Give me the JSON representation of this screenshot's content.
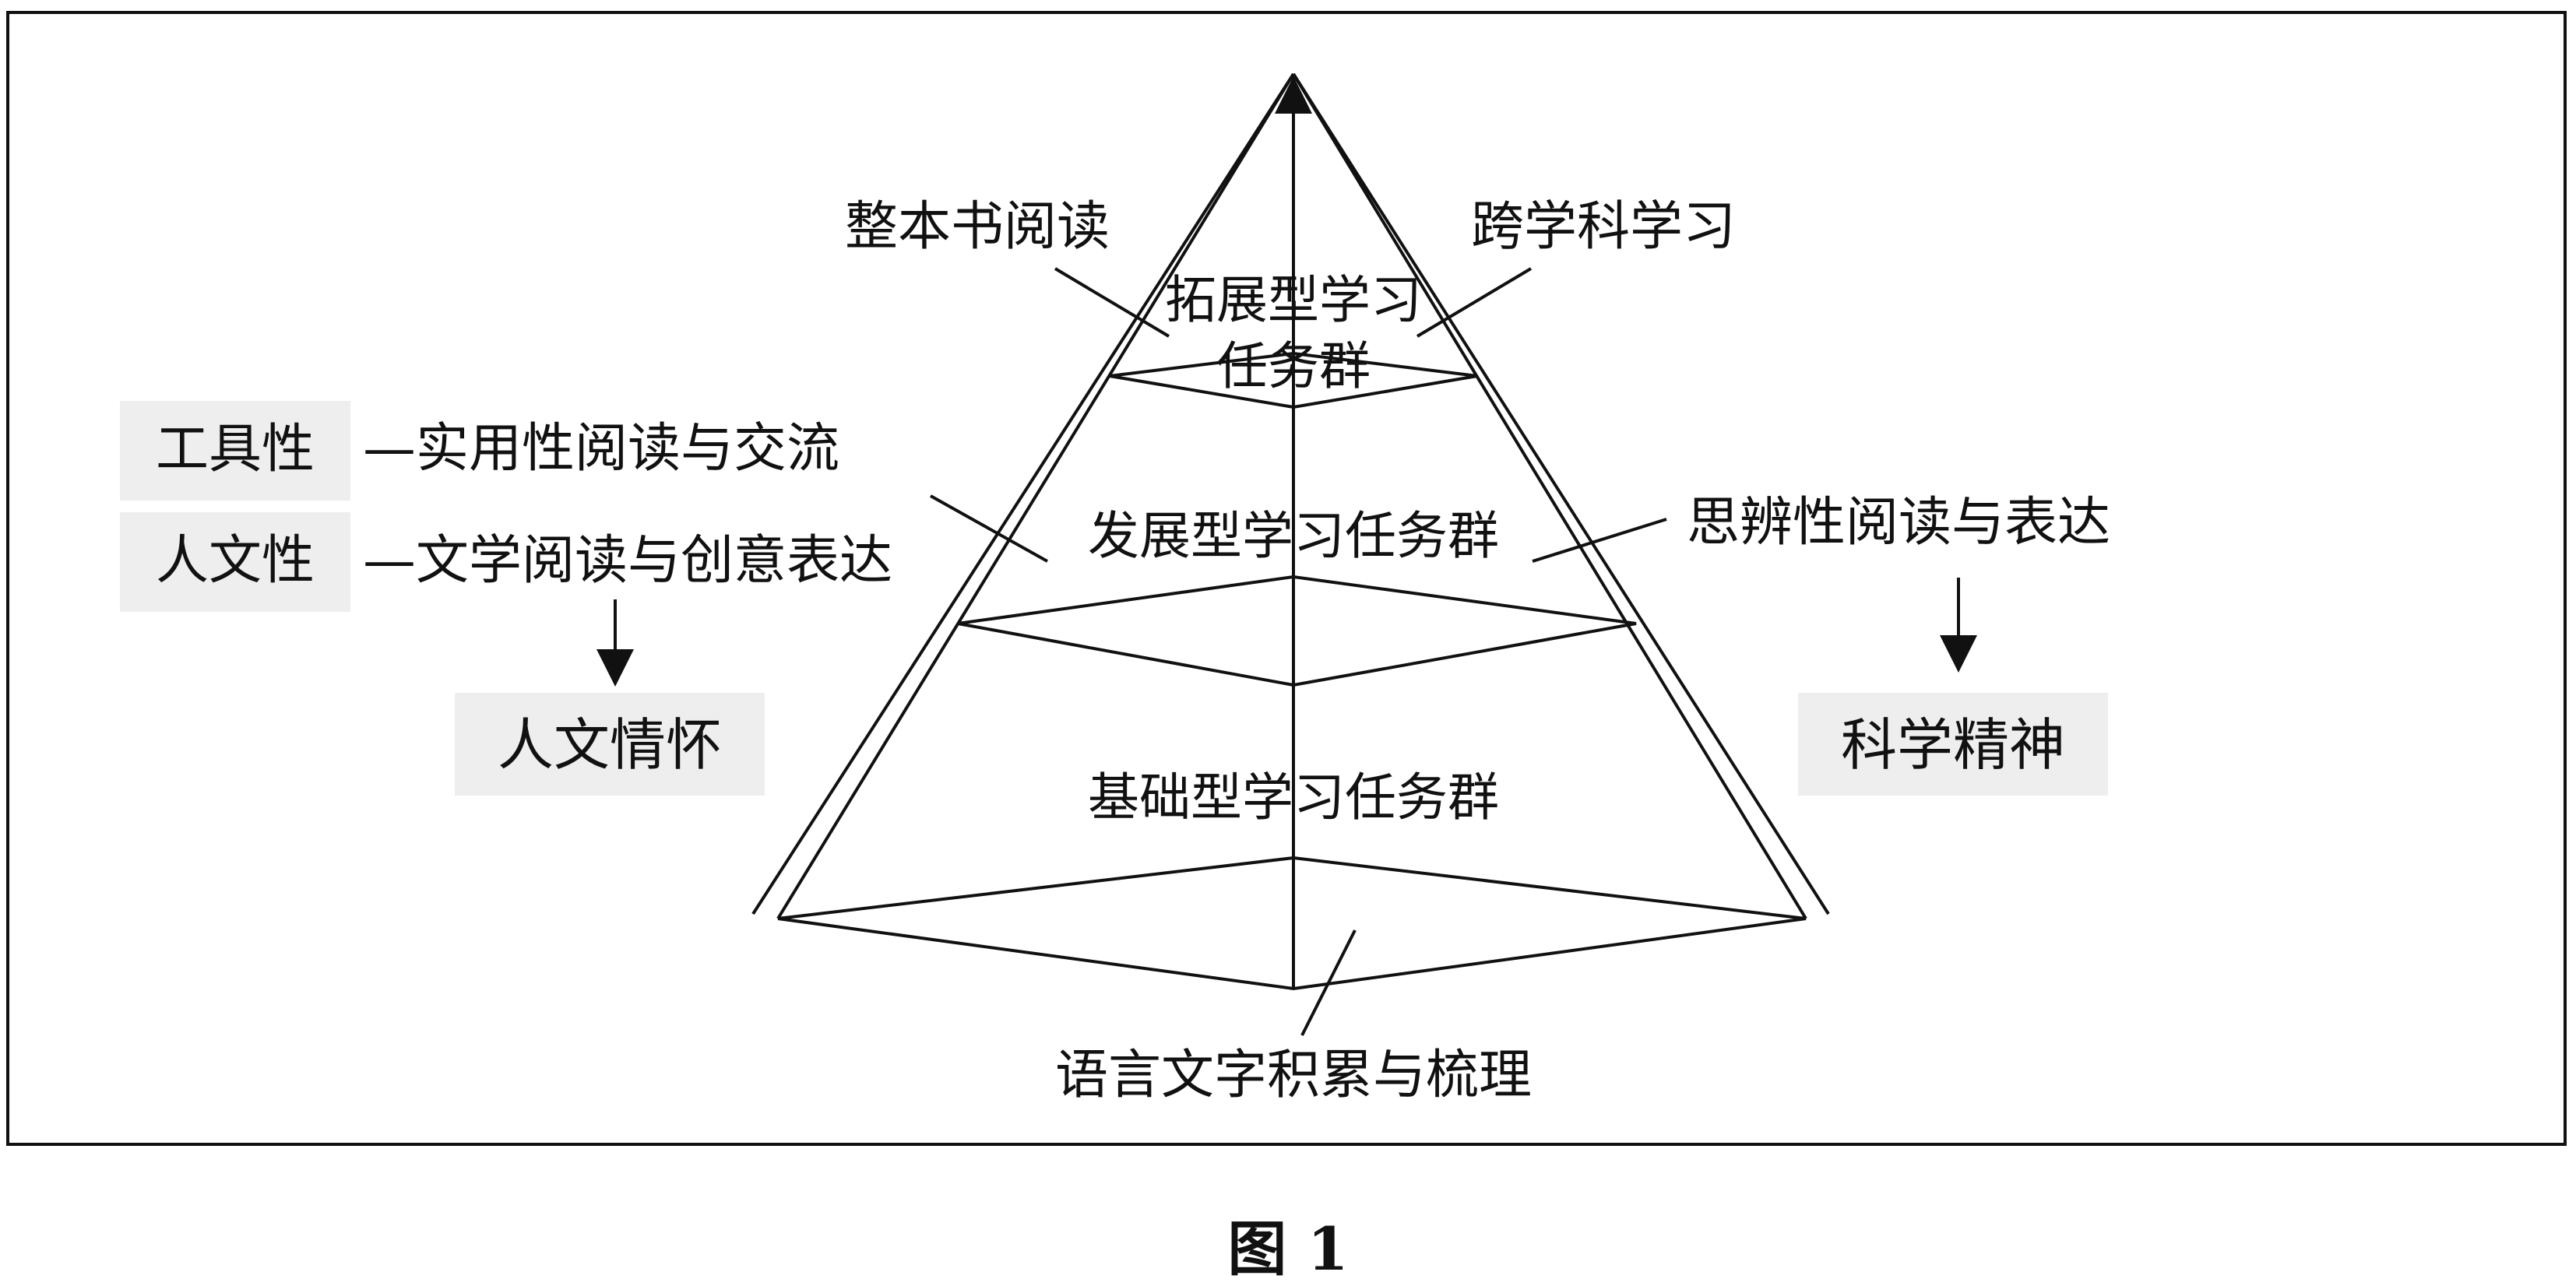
{
  "diagram": {
    "top_left_label": "整本书阅读",
    "top_right_label": "跨学科学习",
    "top_tier": {
      "line1": "拓展型学习",
      "line2": "任务群"
    },
    "middle_tier": "发展型学习任务群",
    "bottom_tier": "基础型学习任务群",
    "base_label": "语言文字积累与梳理",
    "left_box_1": "工具性",
    "left_line_1": "—实用性阅读与交流",
    "left_box_2": "人文性",
    "left_line_2": "—文学阅读与创意表达",
    "left_result": "人文情怀",
    "right_middle_label": "思辨性阅读与表达",
    "right_result": "科学精神",
    "caption": "图 1"
  },
  "colors": {
    "line": "#111111",
    "text": "#111111",
    "label_box": "#eeeeee",
    "background": "#ffffff"
  }
}
